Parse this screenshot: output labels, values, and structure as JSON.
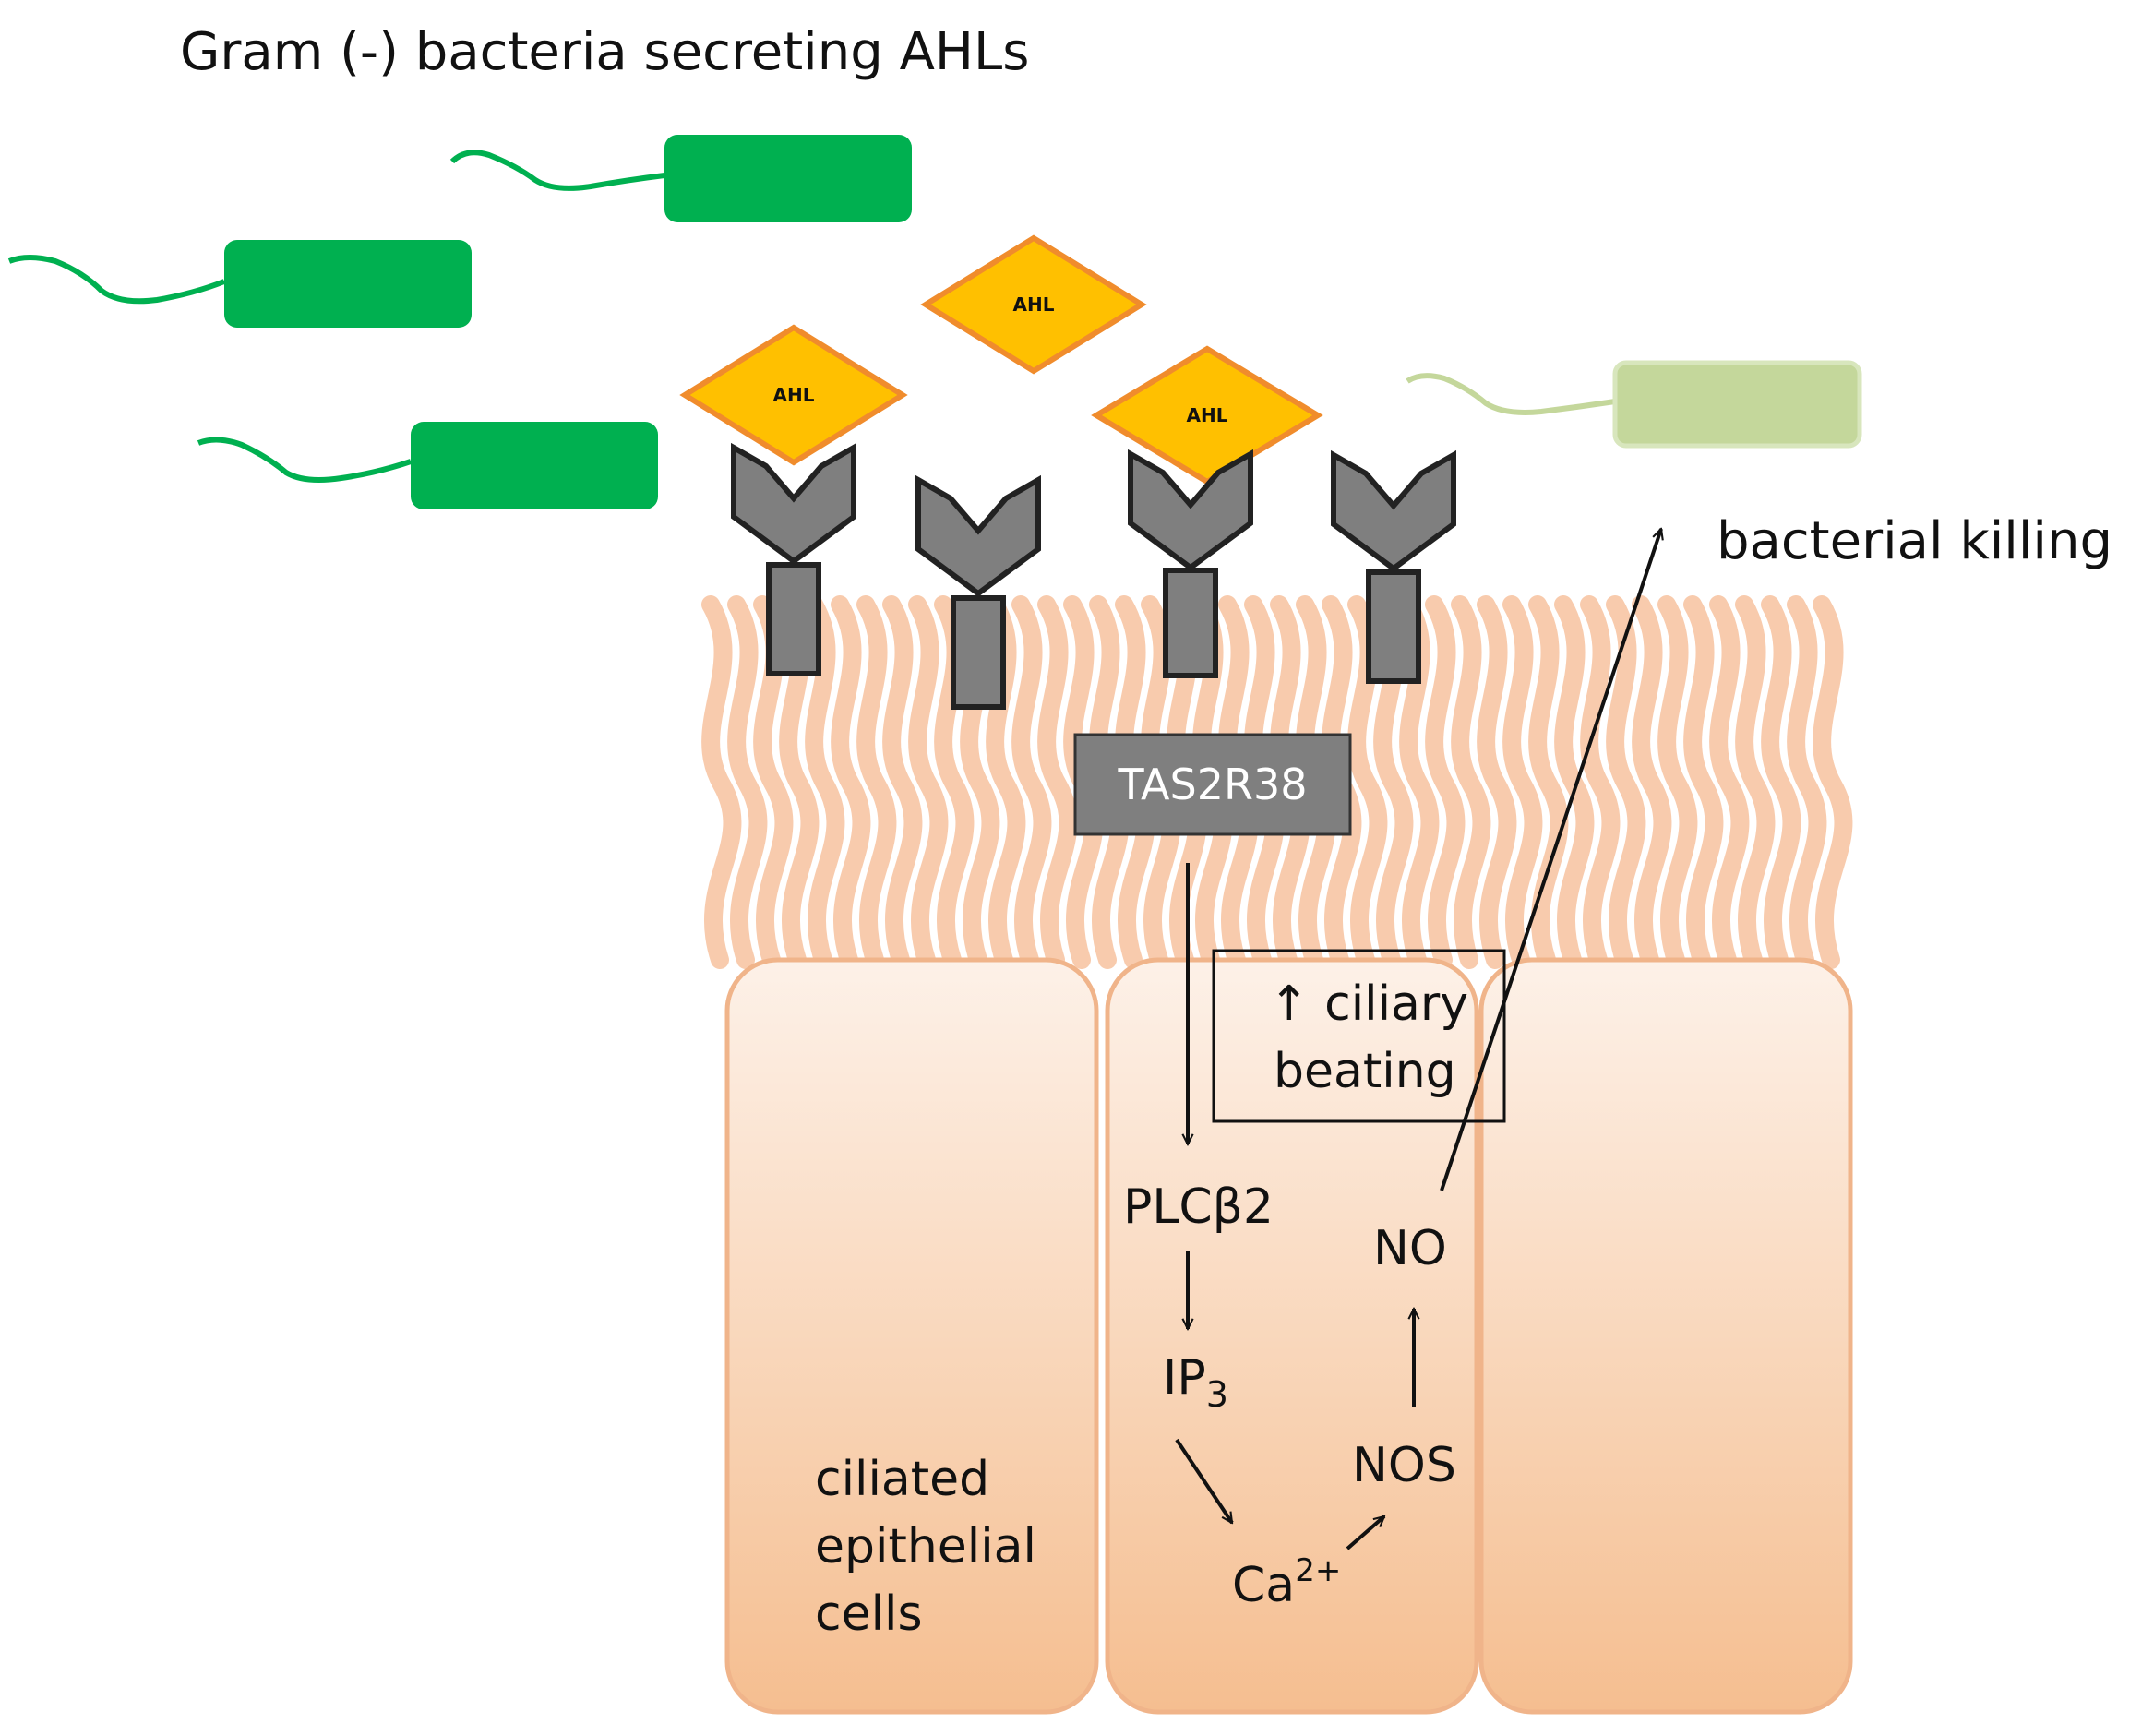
{
  "title": "Gram (-) bacteria secreting AHLs",
  "ahl_label": "AHL",
  "receptor_label": "TAS2R38",
  "pathway": {
    "plc": "PLCβ2",
    "ip3_main": "IP",
    "ip3_sub": "3",
    "ca_main": "Ca",
    "ca_sup": "2+",
    "nos": "NOS",
    "no": "NO"
  },
  "effects": {
    "ciliary_line1": "↑ ciliary",
    "ciliary_line2": "beating",
    "killing": "bacterial killing"
  },
  "cells_label": {
    "line1": "ciliated",
    "line2": "epithelial",
    "line3": "cells"
  },
  "colors": {
    "bacteria": "#00b050",
    "bacteria_killed": "#c4d79b",
    "ahl_fill": "#ffc000",
    "ahl_stroke": "#f08c2c",
    "receptor": "#7f7f7f",
    "cilia": "#f8cbad",
    "cell_fill_top": "#fdf0e6",
    "cell_fill_bottom": "#f5bf93",
    "cell_stroke": "#f0b48a"
  }
}
